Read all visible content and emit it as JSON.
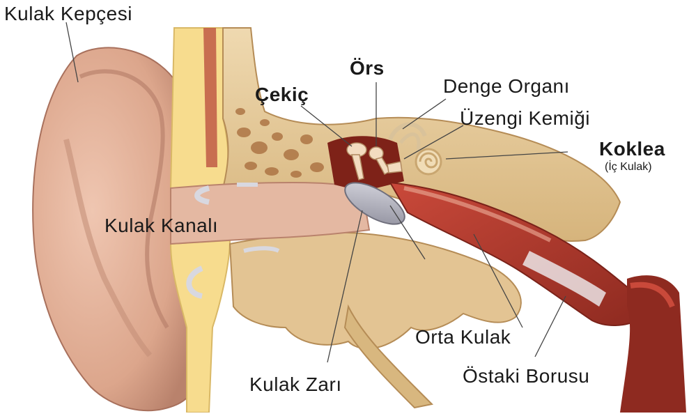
{
  "labels": {
    "kulak_kepcesi": "Kulak Kepçesi",
    "ors": "Örs",
    "cekic": "Çekiç",
    "denge_organi": "Denge Organı",
    "uzengi_kemigi": "Üzengi Kemiği",
    "koklea": "Koklea",
    "ic_kulak": "(İç Kulak)",
    "kulak_kanali": "Kulak Kanalı",
    "orta_kulak": "Orta Kulak",
    "kulak_zari": "Kulak Zarı",
    "ostaki_borusu": "Östaki Borusu"
  },
  "colors": {
    "skin": "#e2b39c",
    "skin_dark": "#b9826c",
    "cartilage": "#f7dc8e",
    "bone": "#e8cfa3",
    "bone_dark": "#c9a670",
    "tube_red": "#b33a2d",
    "membrane": "#b7b7c4"
  }
}
